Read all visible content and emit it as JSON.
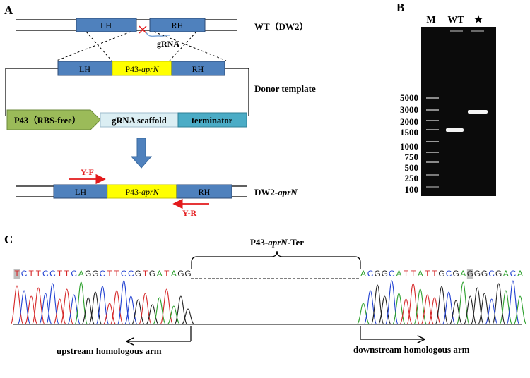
{
  "panel_a": {
    "letter": "A",
    "wt_label": "WT（DW2）",
    "lh": "LH",
    "rh": "RH",
    "grna_label": "gRNA",
    "cassette_prefix": "P43-",
    "cassette_gene": "aprN",
    "donor_label": "Donor template",
    "promoter": "P43（RBS-free）",
    "scaffold": "gRNA scaffold",
    "terminator": "terminator",
    "primer_f": "Y-F",
    "primer_r": "Y-R",
    "mutant_prefix": "DW2-",
    "mutant_gene": "aprN",
    "colors": {
      "arm": "#4f81bd",
      "cassette": "#ffff00",
      "promoter": "#9bbb59",
      "scaffold": "#dbeef3",
      "terminator": "#4bacc6",
      "arrow": "#4f81bd",
      "primer": "#e31a1c",
      "cut": "#e31a1c"
    }
  },
  "panel_b": {
    "letter": "B",
    "lanes": [
      "M",
      "WT",
      "★"
    ],
    "ladder": [
      "5000",
      "3000",
      "2000",
      "1500",
      "1000",
      "750",
      "500",
      "250",
      "100"
    ]
  },
  "panel_c": {
    "letter": "C",
    "insert_prefix": "P43-",
    "insert_gene": "aprN",
    "insert_suffix": "-Ter",
    "seq_left": "TCTTCCTTCAGGCTTCCGTGATAGG",
    "seq_right": "ACGGCATTATTGCGAGGGCGACA",
    "upstream_label": "upstream homologous arm",
    "downstream_label": "downstream homologous arm",
    "base_colors": {
      "A": "#2ca02c",
      "C": "#1f3fd1",
      "G": "#222222",
      "T": "#d62728"
    }
  }
}
